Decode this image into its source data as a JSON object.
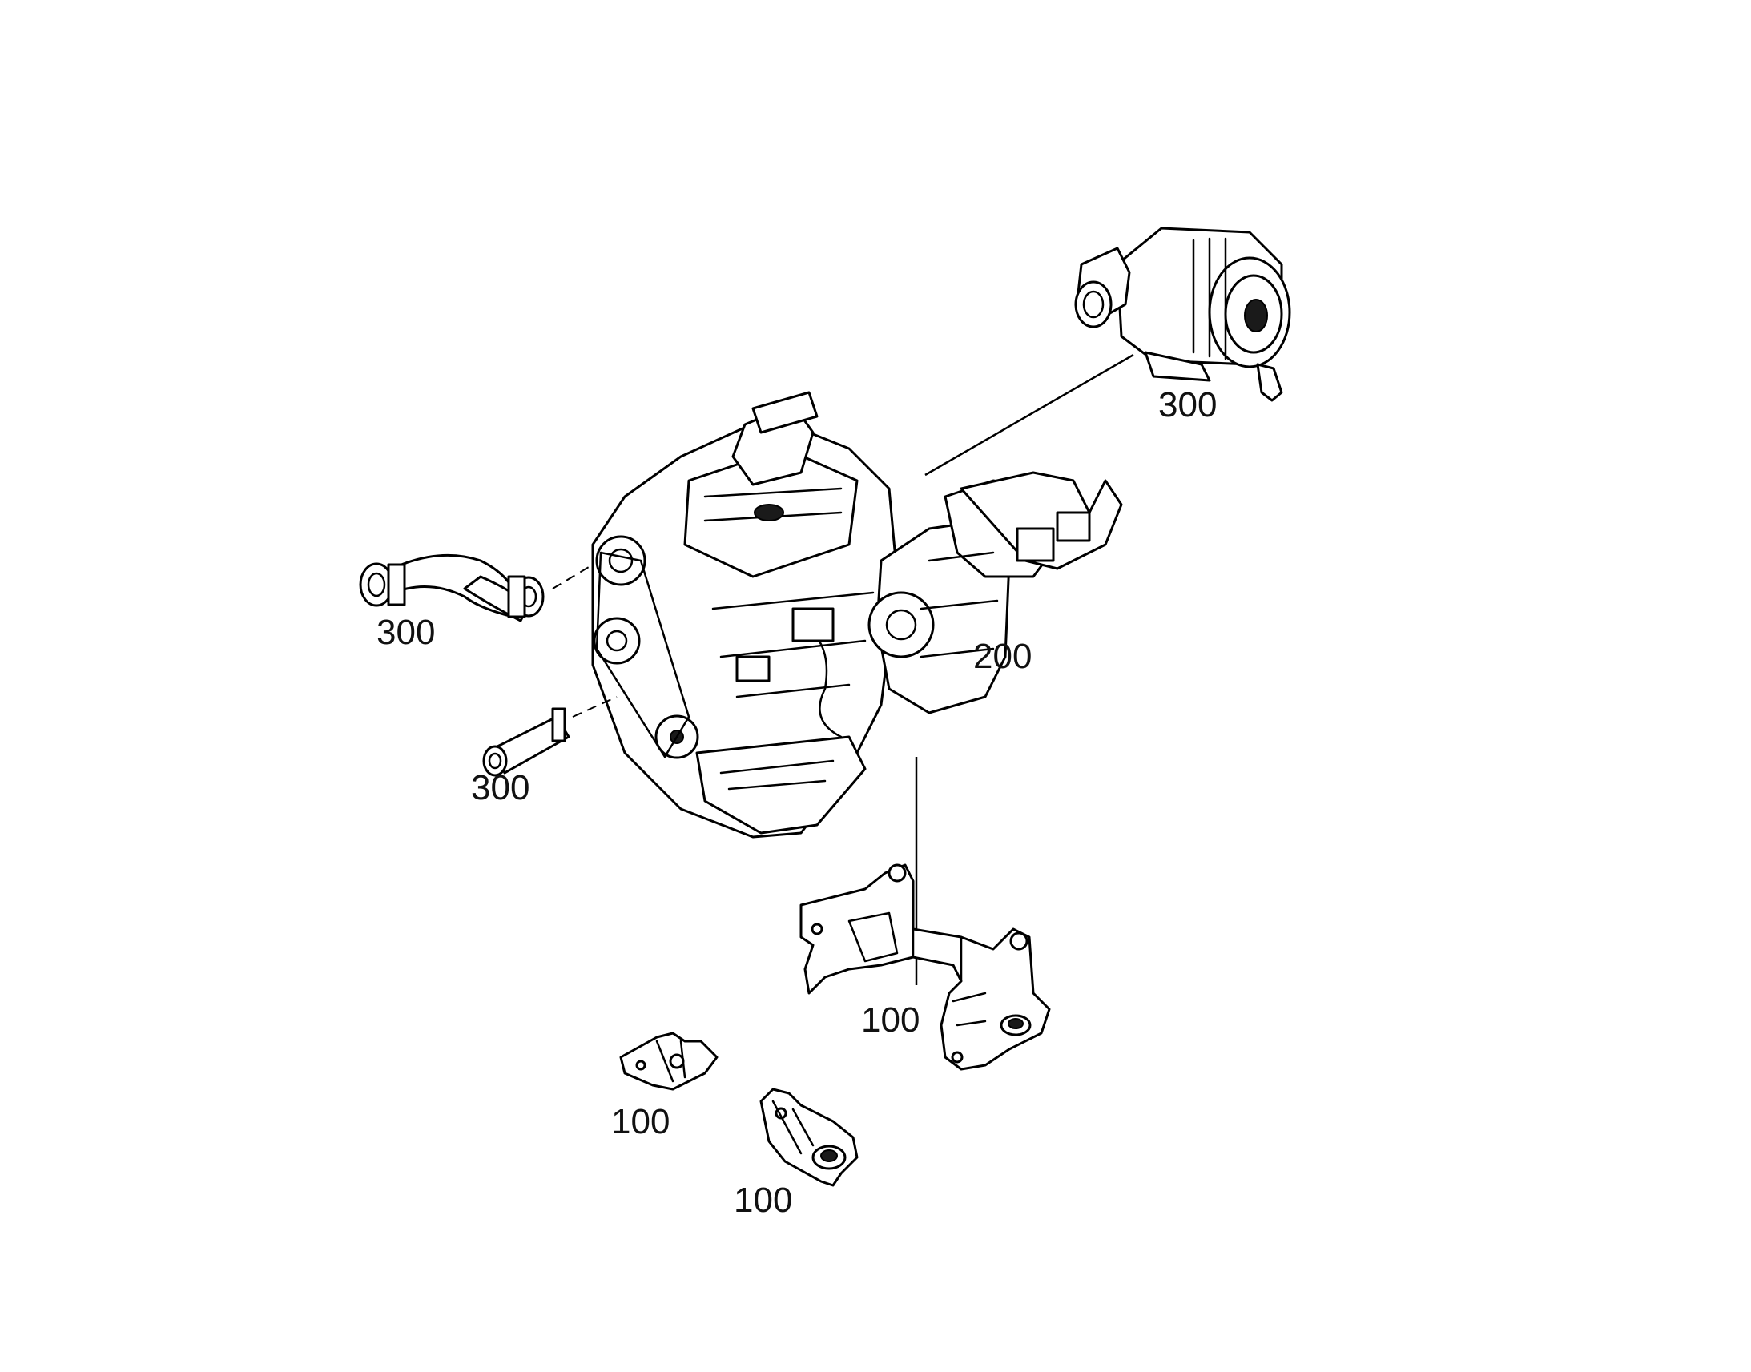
{
  "callouts": {
    "air_filter": "300",
    "upper_hose": "300",
    "lower_hose": "300",
    "transmission": "200",
    "rear_bracket": "100",
    "front_mount_left": "100",
    "front_mount_right": "100"
  },
  "colors": {
    "line": "#000000",
    "background": "#ffffff",
    "text": "#111111"
  }
}
